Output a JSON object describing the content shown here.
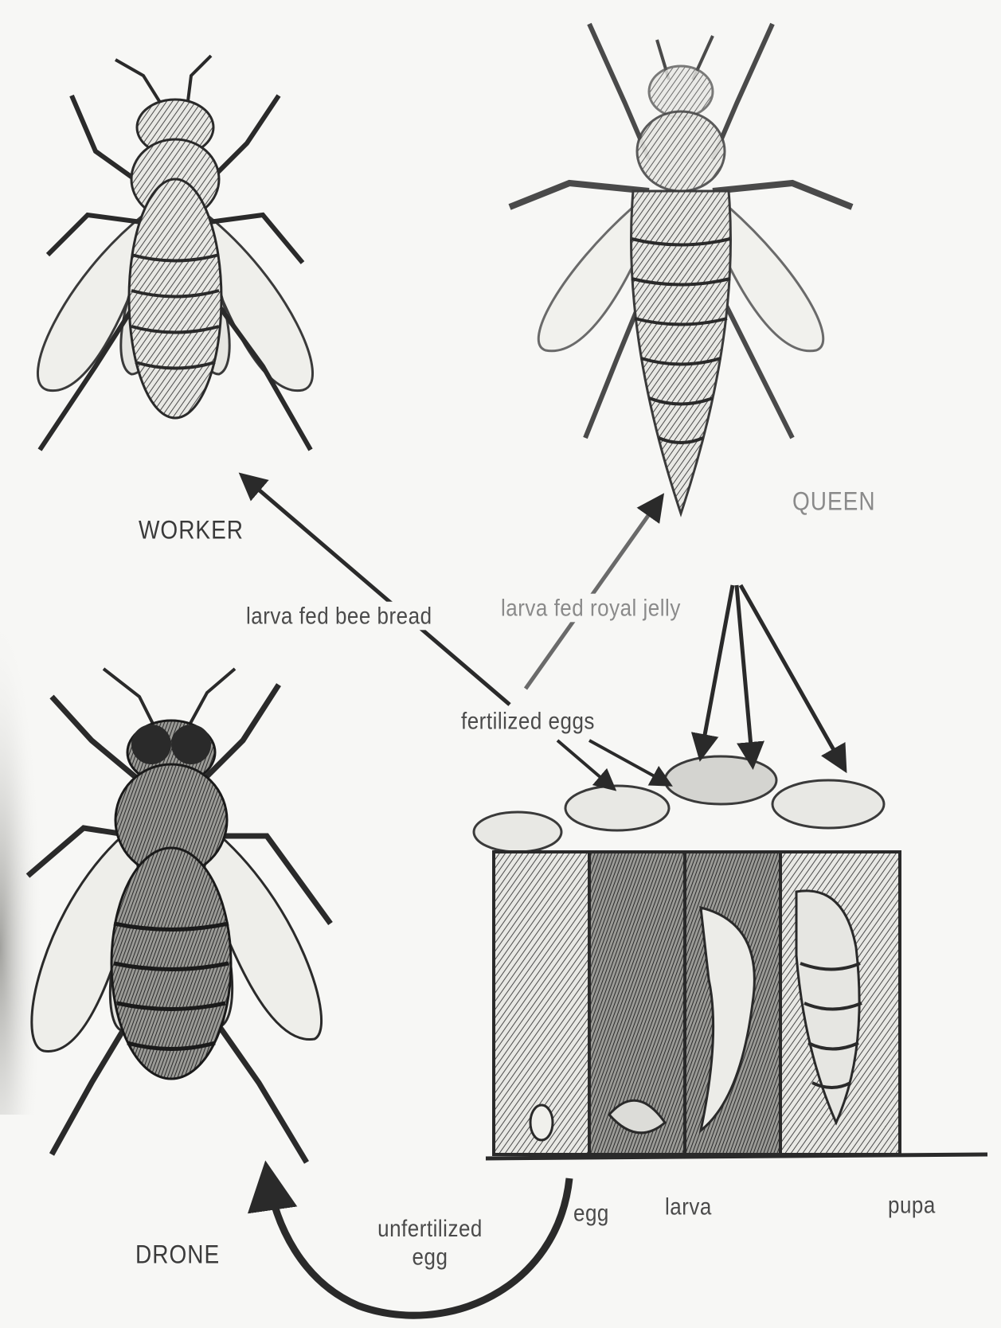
{
  "labels": {
    "worker": "WORKER",
    "queen": "QUEEN",
    "drone": "DRONE",
    "larva_fed_bee_bread": "larva fed bee bread",
    "larva_fed_royal_jelly": "larva fed royal jelly",
    "fertilized_eggs": "fertilized eggs",
    "unfertilized_egg_line1": "unfertilized",
    "unfertilized_egg_line2": "egg",
    "egg": "egg",
    "larva": "larva",
    "pupa": "pupa"
  },
  "colors": {
    "ink": "#2a2a2a",
    "paper": "#f7f7f5",
    "shade": "#6a6a6a"
  }
}
